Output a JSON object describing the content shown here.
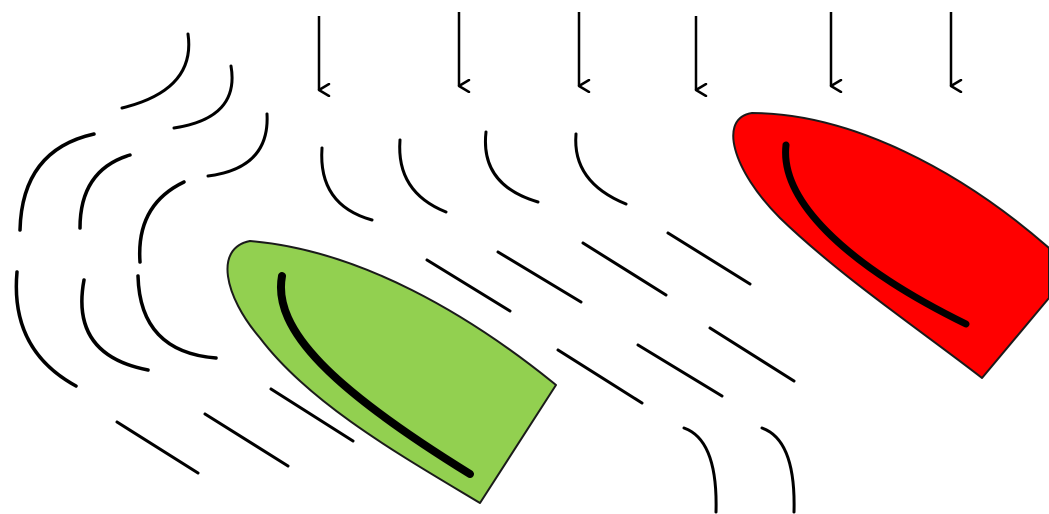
{
  "diagram": {
    "background_color": "#ffffff",
    "line_color": "#000000",
    "arrow_direction": "down",
    "shapes": [
      {
        "name": "green-hull",
        "fill_color": "#92d050",
        "outline_color": "#1a1a1a",
        "has_inner_curve": true
      },
      {
        "name": "red-hull",
        "fill_color": "#ff0000",
        "outline_color": "#1a1a1a",
        "has_inner_curve": true
      }
    ]
  }
}
